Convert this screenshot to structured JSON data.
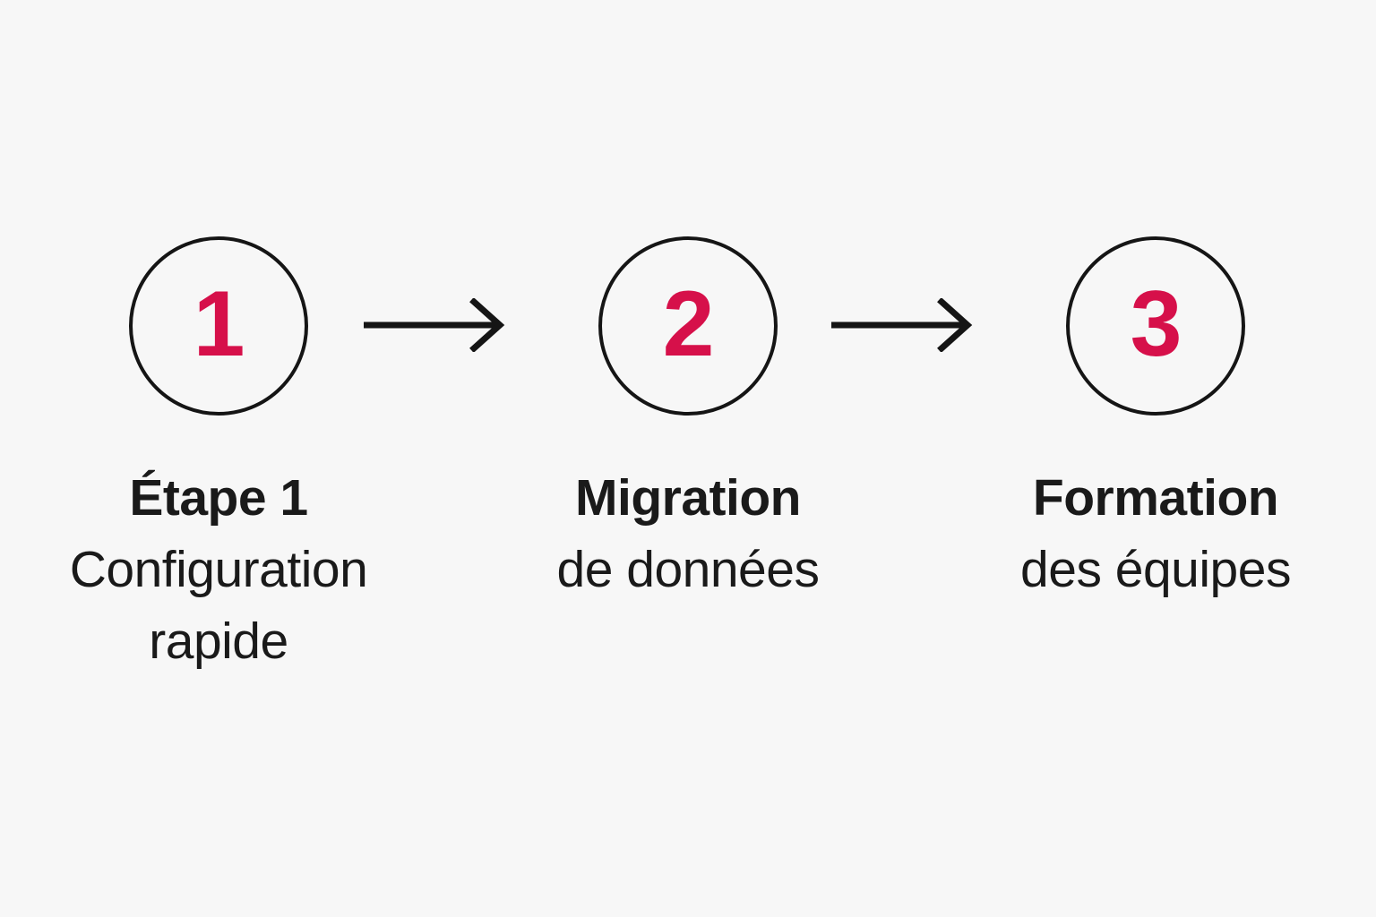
{
  "theme": {
    "background": "#f7f7f7",
    "accent": "#d6104a",
    "ink": "#1a1a1a",
    "stroke": "#151515"
  },
  "diagram": {
    "type": "horizontal-step-process",
    "step_count": 3,
    "steps": [
      {
        "number": "1",
        "title": "Étape 1",
        "subtitle_lines": [
          "Configuration",
          "rapide"
        ]
      },
      {
        "number": "2",
        "title": "Migration",
        "subtitle_lines": [
          "de données"
        ]
      },
      {
        "number": "3",
        "title": "Formation",
        "subtitle_lines": [
          "des équipes"
        ]
      }
    ],
    "connectors": [
      {
        "icon": "arrow-right-icon",
        "from": "1",
        "to": "2"
      },
      {
        "icon": "arrow-right-icon",
        "from": "2",
        "to": "3"
      }
    ]
  }
}
